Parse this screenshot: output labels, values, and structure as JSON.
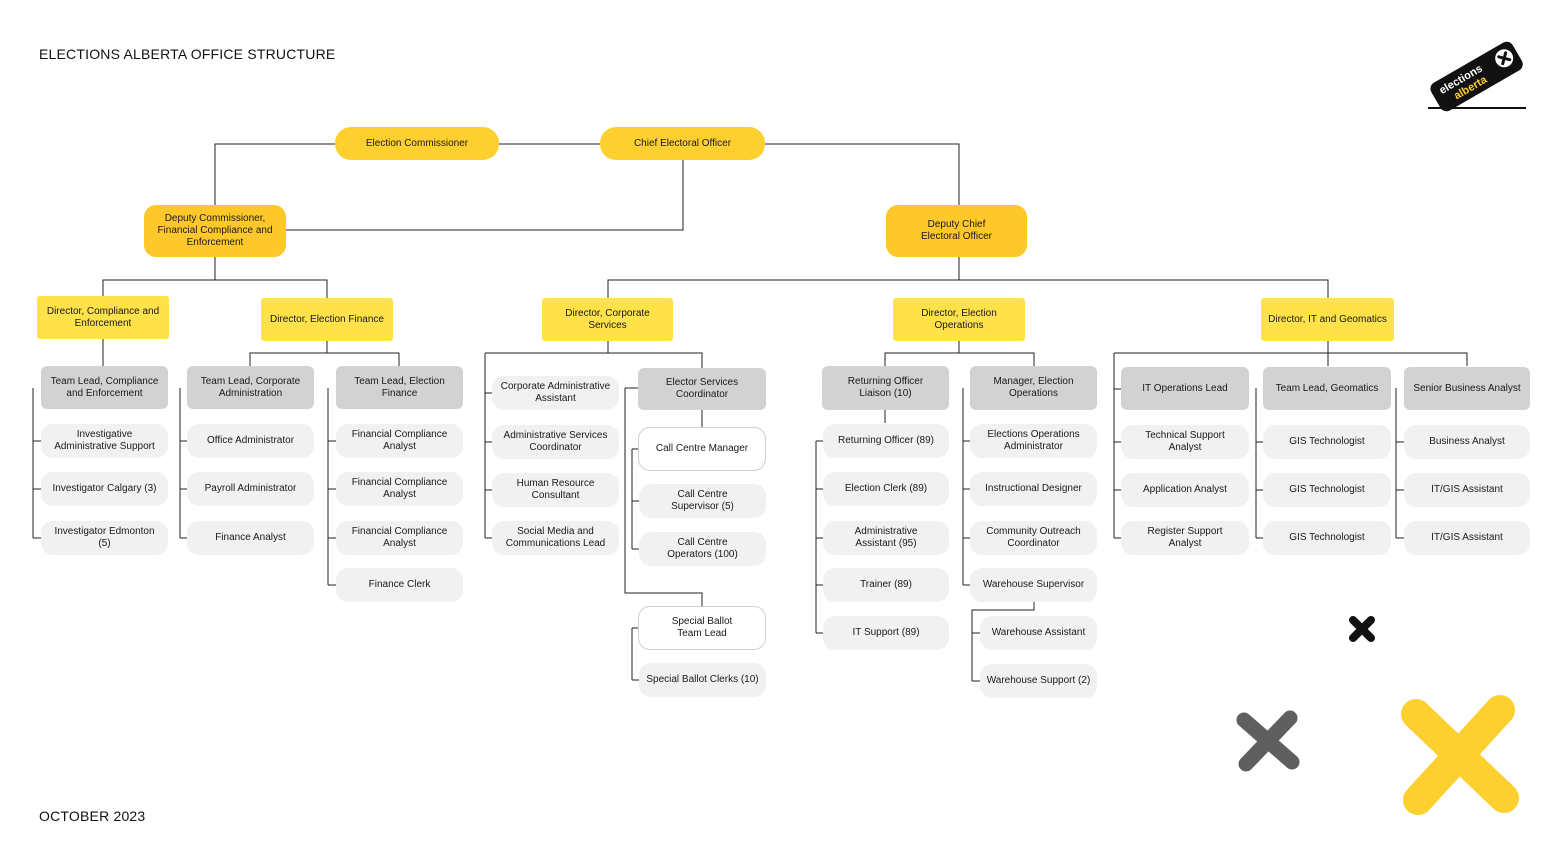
{
  "header": {
    "title": "ELECTIONS ALBERTA OFFICE STRUCTURE"
  },
  "footer": {
    "date": "OCTOBER 2023"
  },
  "logo": {
    "line1": "elections",
    "line2": "alberta",
    "icon": "x-mark-icon"
  },
  "colors": {
    "primary_yellow": "#fed02f",
    "director_yellow": "#ffe14a",
    "lead_gray": "#d2d2d2",
    "staff_gray": "#f1f1f1",
    "logo_black": "#111111",
    "deco_gray": "#5f5f5f"
  },
  "chart": {
    "election_commissioner": "Election Commissioner",
    "chief_electoral_officer": "Chief Electoral Officer",
    "deputy_commissioner": "Deputy Commissioner, Financial Compliance and Enforcement",
    "deputy_chief": "Deputy Chief Electoral Officer",
    "dir_compliance": "Director, Compliance and Enforcement",
    "dir_finance": "Director, Election Finance",
    "dir_corporate": "Director, Corporate Services",
    "dir_operations": "Director, Election Operations",
    "dir_it": "Director, IT and Geomatics",
    "tl_compliance": "Team Lead, Compliance and Enforcement",
    "compliance_staff": [
      "Investigative Administrative Support",
      "Investigator Calgary (3)",
      "Investigator Edmonton (5)"
    ],
    "tl_corp_admin": "Team Lead, Corporate Administration",
    "corp_admin_staff": [
      "Office Administrator",
      "Payroll Administrator",
      "Finance Analyst"
    ],
    "tl_election_finance": "Team Lead, Election Finance",
    "election_finance_staff": [
      "Financial Compliance Analyst",
      "Financial Compliance Analyst",
      "Financial Compliance Analyst",
      "Finance Clerk"
    ],
    "corporate_staff": [
      "Corporate Administrative Assistant",
      "Administrative Services Coordinator",
      "Human Resource Consultant",
      "Social Media and Communications Lead"
    ],
    "elector_services": "Elector Services Coordinator",
    "call_centre_manager": "Call Centre Manager",
    "call_centre_staff": [
      "Call Centre Supervisor (5)",
      "Call Centre Operators (100)"
    ],
    "special_ballot_lead": "Special Ballot Team Lead",
    "special_ballot_clerks": "Special Ballot Clerks (10)",
    "returning_officer_liaison": "Returning Officer Liaison (10)",
    "returning_staff": [
      "Returning Officer (89)",
      "Election Clerk (89)",
      "Administrative Assistant (95)",
      "Trainer (89)",
      "IT Support (89)"
    ],
    "manager_operations": "Manager, Election Operations",
    "operations_staff": [
      "Elections Operations Administrator",
      "Instructional Designer",
      "Community Outreach Coordinator",
      "Warehouse Supervisor"
    ],
    "warehouse_staff": [
      "Warehouse Assistant",
      "Warehouse Support (2)"
    ],
    "it_operations_lead": "IT Operations Lead",
    "it_ops_staff": [
      "Technical Support Analyst",
      "Application Analyst",
      "Register Support Analyst"
    ],
    "tl_geomatics": "Team Lead, Geomatics",
    "geomatics_staff": [
      "GIS Technologist",
      "GIS Technologist",
      "GIS Technologist"
    ],
    "senior_business_analyst": "Senior Business Analyst",
    "sba_staff": [
      "Business Analyst",
      "IT/GIS Assistant",
      "IT/GIS Assistant"
    ]
  }
}
